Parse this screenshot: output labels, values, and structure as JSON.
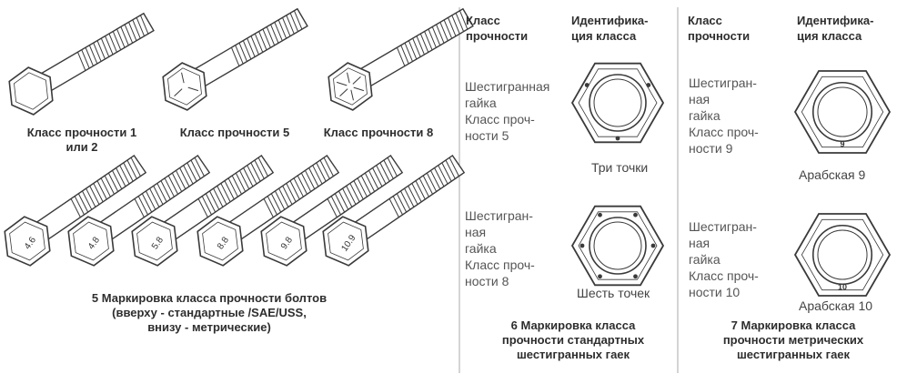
{
  "bolts": {
    "top": [
      {
        "caption": "Класс прочности 1\nили 2",
        "marks": 0
      },
      {
        "caption": "Класс прочности 5",
        "marks": 3
      },
      {
        "caption": "Класс прочности 8",
        "marks": 6
      }
    ],
    "bottom_labels": [
      "4.6",
      "4.8",
      "5.8",
      "8.8",
      "9.8",
      "10.9"
    ],
    "caption": "5 Маркировка класса прочности болтов\n(вверху - стандартные /SAE/USS,\nвнизу - метрические)"
  },
  "standard_nuts": {
    "header_class": "Класс\nпрочности",
    "header_ident": "Идентифика-\nция класса",
    "rows": [
      {
        "text": "Шестигранная\nгайка\nКласс проч-\nности 5",
        "mark_label": "Три точки",
        "dots": 3
      },
      {
        "text": "Шестигран-\nная\nгайка\nКласс проч-\nности 8",
        "mark_label": "Шесть точек",
        "dots": 6
      }
    ],
    "caption": "6 Маркировка класса\nпрочности стандартных\nшестигранных гаек"
  },
  "metric_nuts": {
    "header_class": "Класс\nпрочности",
    "header_ident": "Идентифика-\nция класса",
    "rows": [
      {
        "text": "Шестигран-\nная\nгайка\nКласс проч-\nности 9",
        "mark_label": "Арабская 9",
        "number": "9"
      },
      {
        "text": "Шестигран-\nная\nгайка\nКласс проч-\nности 10",
        "mark_label": "Арабская 10",
        "number": "10"
      }
    ],
    "caption": "7 Маркировка класса\nпрочности метрических\nшестигранных гаек"
  },
  "colors": {
    "ink": "#3a3a3a",
    "background": "#ffffff"
  }
}
